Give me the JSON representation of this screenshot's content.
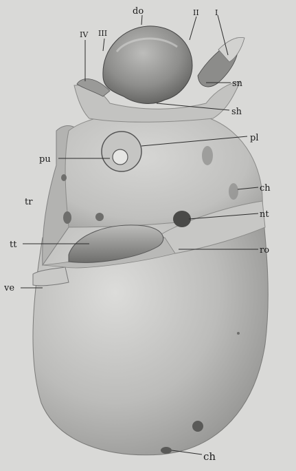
{
  "figure": {
    "background_color": "#d9d9d7",
    "labels": {
      "do": "do",
      "II": "II",
      "I": "I",
      "IV": "IV",
      "III": "III",
      "sn": "sn",
      "sh": "sh",
      "pl": "pl",
      "pu": "pu",
      "ch_upper": "ch",
      "tr": "tr",
      "nt": "nt",
      "tt": "tt",
      "ro": "ro",
      "ve": "ve",
      "ch_lower": "ch"
    }
  }
}
